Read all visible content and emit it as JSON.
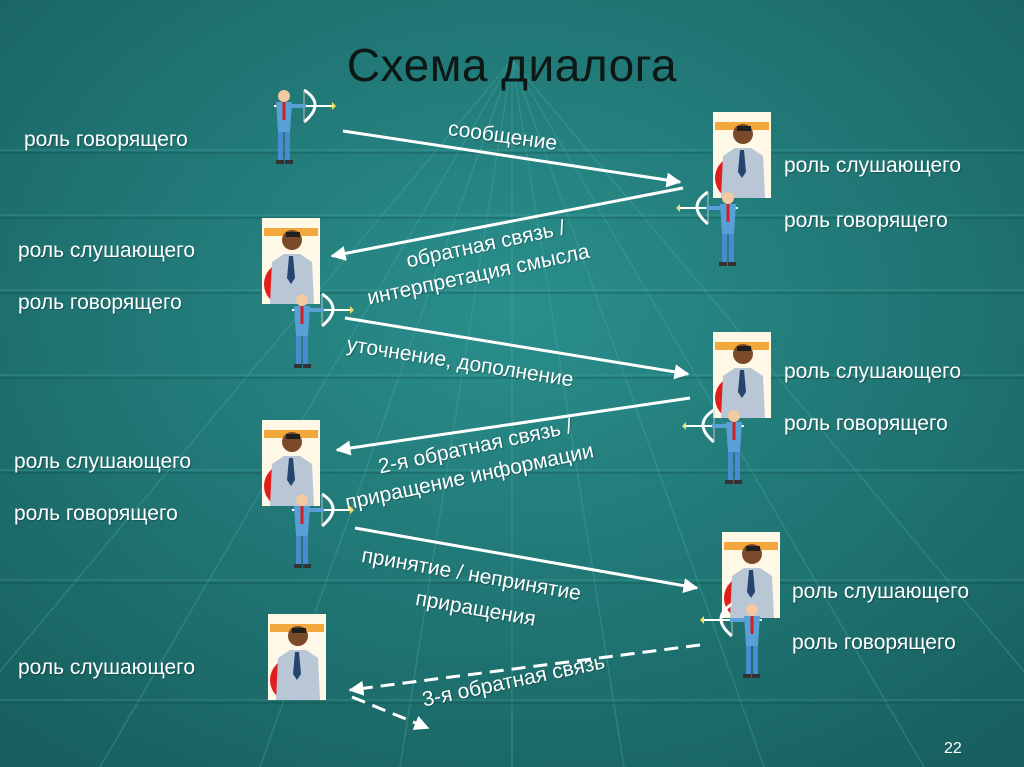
{
  "slide": {
    "title": "Схема диалога",
    "page_number": "22",
    "colors": {
      "background": "#1e7a79",
      "text": "#ffffff",
      "title": "#0c1716",
      "arrow": "#ffffff"
    }
  },
  "roles": {
    "speaker": "роль говорящего",
    "listener": "роль слушающего"
  },
  "arrows": {
    "message": "сообщение",
    "feedback_1": "обратная связь /",
    "feedback_2": "интерпретация смысла",
    "clarify": "уточнение, дополнение",
    "feedback2_1": "2-я обратная связь /",
    "feedback2_2": "приращение информации",
    "accept_1": "принятие / непринятие",
    "accept_2": "приращения",
    "feedback3": "3-я обратная связь"
  },
  "icons": {
    "speaker_figure": "archer-figure-icon",
    "listener_figure": "listening-man-icon"
  }
}
